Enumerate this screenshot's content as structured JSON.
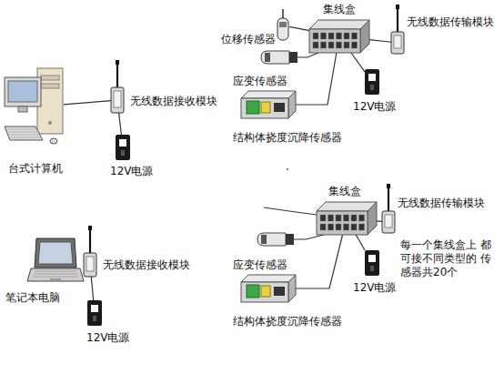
{
  "diagram": {
    "nodes": [
      {
        "text": [
          "台式计算机"
        ]
      },
      {
        "text": [
          "无线数据接收模块"
        ]
      },
      {
        "text": [
          "12V电源"
        ]
      },
      {
        "text": [
          "笔记本电脑"
        ]
      },
      {
        "text": [
          "无线数据接收模块"
        ]
      },
      {
        "text": [
          "12V电源"
        ]
      },
      {
        "text": [
          "集线盒"
        ]
      },
      {
        "text": [
          "位移传感器"
        ]
      },
      {
        "text": [
          "应变传感器",
          "结构体挠度沉降传感器"
        ]
      },
      {
        "text": [
          "12V电源"
        ]
      },
      {
        "text": [
          "无线数据传输模块"
        ]
      },
      {
        "text": [
          "集线盒"
        ]
      },
      {
        "text": [
          "应变传感器",
          "结构体挠度沉降传感器"
        ]
      },
      {
        "text": [
          "12V电源"
        ]
      },
      {
        "text": [
          "无线数据传输模块"
        ]
      }
    ],
    "edges": [
      {
        "from": 0,
        "to": 1,
        "arrow": "none"
      },
      {
        "from": 1,
        "to": 2,
        "arrow": "none"
      },
      {
        "from": 3,
        "to": 4,
        "arrow": "none"
      },
      {
        "from": 4,
        "to": 5,
        "arrow": "none"
      },
      {
        "from": 6,
        "to": 7,
        "arrow": "none"
      },
      {
        "from": 6,
        "to": 8,
        "arrow": "none"
      },
      {
        "from": 6,
        "to": 9,
        "arrow": "none"
      },
      {
        "from": 6,
        "to": 10,
        "arrow": "none"
      },
      {
        "from": 11,
        "to": 12,
        "arrow": "none"
      },
      {
        "from": 11,
        "to": 13,
        "arrow": "none"
      },
      {
        "from": 11,
        "to": 14,
        "arrow": "none"
      }
    ],
    "labels": [
      "每一个集线盒上 都可接不同类型的 传感器共20个"
    ]
  }
}
